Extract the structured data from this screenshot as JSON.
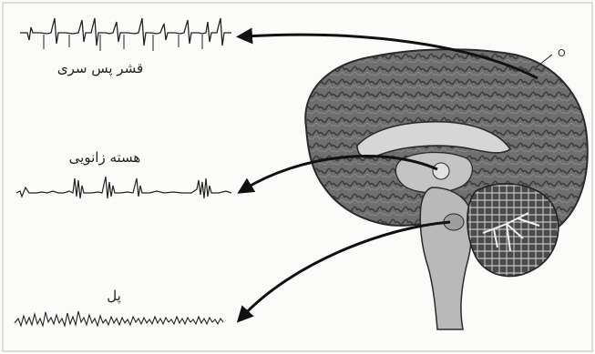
{
  "figure": {
    "labels": {
      "cortex": "قشر پس سری",
      "geniculate": "هسته زانویی",
      "pons": "پل",
      "marker": "O"
    },
    "colors": {
      "ink": "#222222",
      "cortex_fill": "#6f6f6f",
      "cortex_dark": "#3d3d3d",
      "inner_light": "#d6d6d6",
      "cerebellum": "#4a4a4a",
      "stem": "#b9b9b9",
      "background": "#fbfbf9"
    },
    "icons": {
      "brain": "sagittal-brain-icon",
      "arrow": "curved-arrow-icon"
    }
  }
}
